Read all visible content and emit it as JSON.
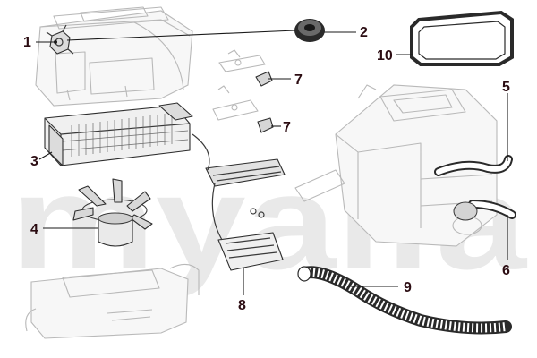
{
  "watermark": "myalfa",
  "callouts": {
    "c1": "1",
    "c2": "2",
    "c3": "3",
    "c4": "4",
    "c5": "5",
    "c6": "6",
    "c7a": "7",
    "c7b": "7",
    "c8": "8",
    "c9": "9",
    "c10": "10"
  },
  "colors": {
    "callout_text": "#2b0c12",
    "line_art": "#3a3a3a",
    "ghost_line_art": "#b9b9b9",
    "watermark": "#e9e9e9"
  }
}
